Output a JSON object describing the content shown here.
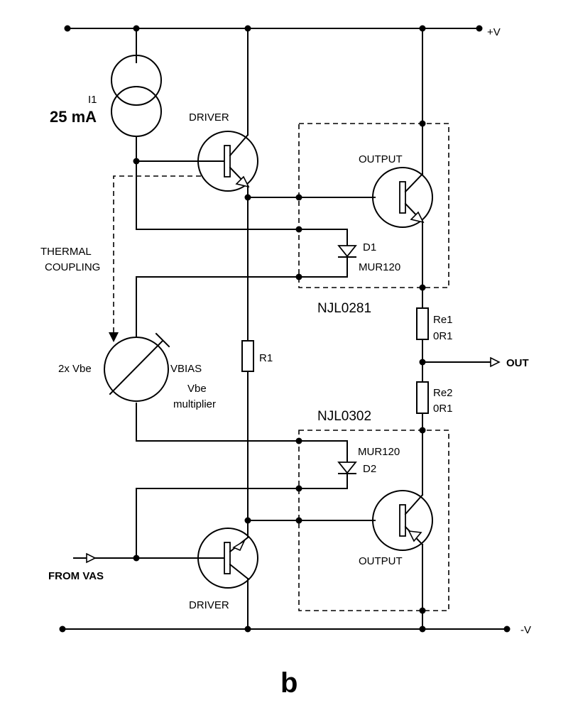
{
  "labels": {
    "supply_pos": "+V",
    "supply_neg": "-V",
    "i1_name": "I1",
    "i1_value": "25 mA",
    "driver_top": "DRIVER",
    "driver_bottom": "DRIVER",
    "output_top": "OUTPUT",
    "output_bottom": "OUTPUT",
    "thermal_1": "THERMAL",
    "thermal_2": "COUPLING",
    "d1_name": "D1",
    "d1_part": "MUR120",
    "d2_name": "D2",
    "d2_part": "MUR120",
    "chip_top": "NJL0281",
    "chip_bottom": "NJL0302",
    "re1_name": "Re1",
    "re1_value": "0R1",
    "re2_name": "Re2",
    "re2_value": "0R1",
    "out": "OUT",
    "r1": "R1",
    "vbe_count": "2x Vbe",
    "vbias": "VBIAS",
    "vbe_mult_1": "Vbe",
    "vbe_mult_2": "multiplier",
    "from_vas": "FROM VAS",
    "panel": "b"
  }
}
